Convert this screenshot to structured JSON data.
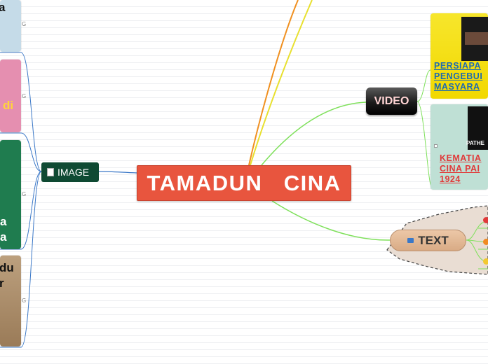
{
  "root": {
    "title": "TAMADUN   CINA"
  },
  "branches": {
    "image": {
      "label": "IMAGE"
    },
    "video": {
      "label": "VIDEO"
    },
    "text": {
      "label": "TEXT"
    }
  },
  "image_cards": [
    {
      "text": "a",
      "color": "#c5dbe8"
    },
    {
      "text": "di",
      "color": "#e58fb0"
    },
    {
      "text": "a\na",
      "color": "#1f7c4f"
    },
    {
      "text": "du\nr",
      "color": "#ad8f6b"
    }
  ],
  "video_cards": [
    {
      "link": "PERSIAPA\nPENGEBUI\nMASYARA",
      "link_color": "#1e6bb0"
    },
    {
      "link": "KEMATIA\nCINA PAI\n1924",
      "link_color": "#e03a3a",
      "thumb_caption": "PATHE"
    }
  ],
  "colors": {
    "root": "#e8553e",
    "image": "#0f4a33",
    "video_link": "#1e6bb0",
    "red_link": "#e03a3a"
  }
}
